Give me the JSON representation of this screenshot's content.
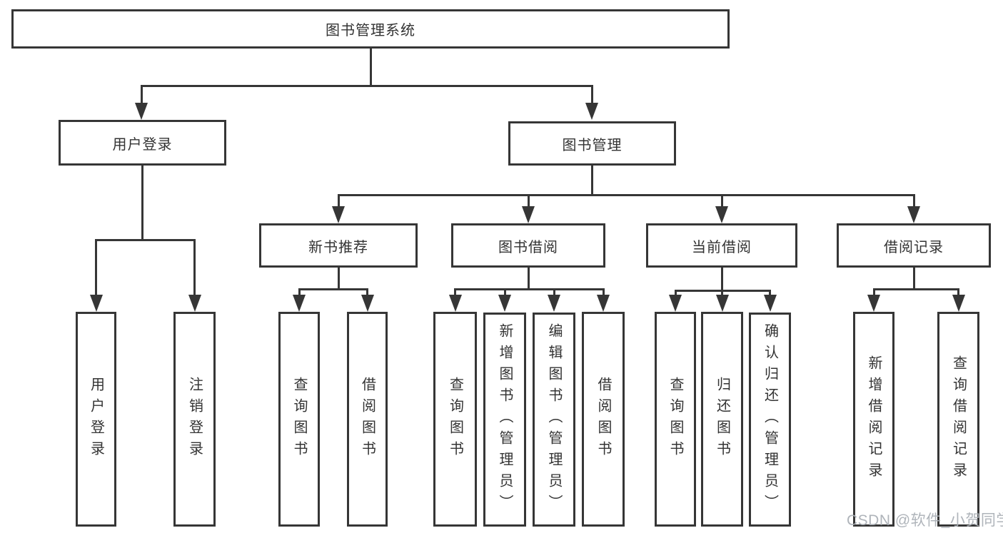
{
  "diagram": {
    "type": "org-tree",
    "colors": {
      "line": "#363636",
      "text": "#333333",
      "background": "#ffffff",
      "watermark": "#abb0b6"
    },
    "watermark": "CSDN @软件_小贺同学",
    "root": {
      "label": "图书管理系统"
    },
    "branches": [
      {
        "label": "用户登录",
        "children": [
          {
            "label": "用户登录"
          },
          {
            "label": "注销登录"
          }
        ]
      },
      {
        "label": "图书管理",
        "children": [
          {
            "label": "新书推荐",
            "children": [
              {
                "label": "查询图书"
              },
              {
                "label": "借阅图书"
              }
            ]
          },
          {
            "label": "图书借阅",
            "children": [
              {
                "label": "查询图书"
              },
              {
                "label": "新增图书（管理员）"
              },
              {
                "label": "编辑图书（管理员）"
              },
              {
                "label": "借阅图书"
              }
            ]
          },
          {
            "label": "当前借阅",
            "children": [
              {
                "label": "查询图书"
              },
              {
                "label": "归还图书"
              },
              {
                "label": "确认归还（管理员）"
              }
            ]
          },
          {
            "label": "借阅记录",
            "children": [
              {
                "label": "新增借阅记录"
              },
              {
                "label": "查询借阅记录"
              }
            ]
          }
        ]
      }
    ]
  }
}
